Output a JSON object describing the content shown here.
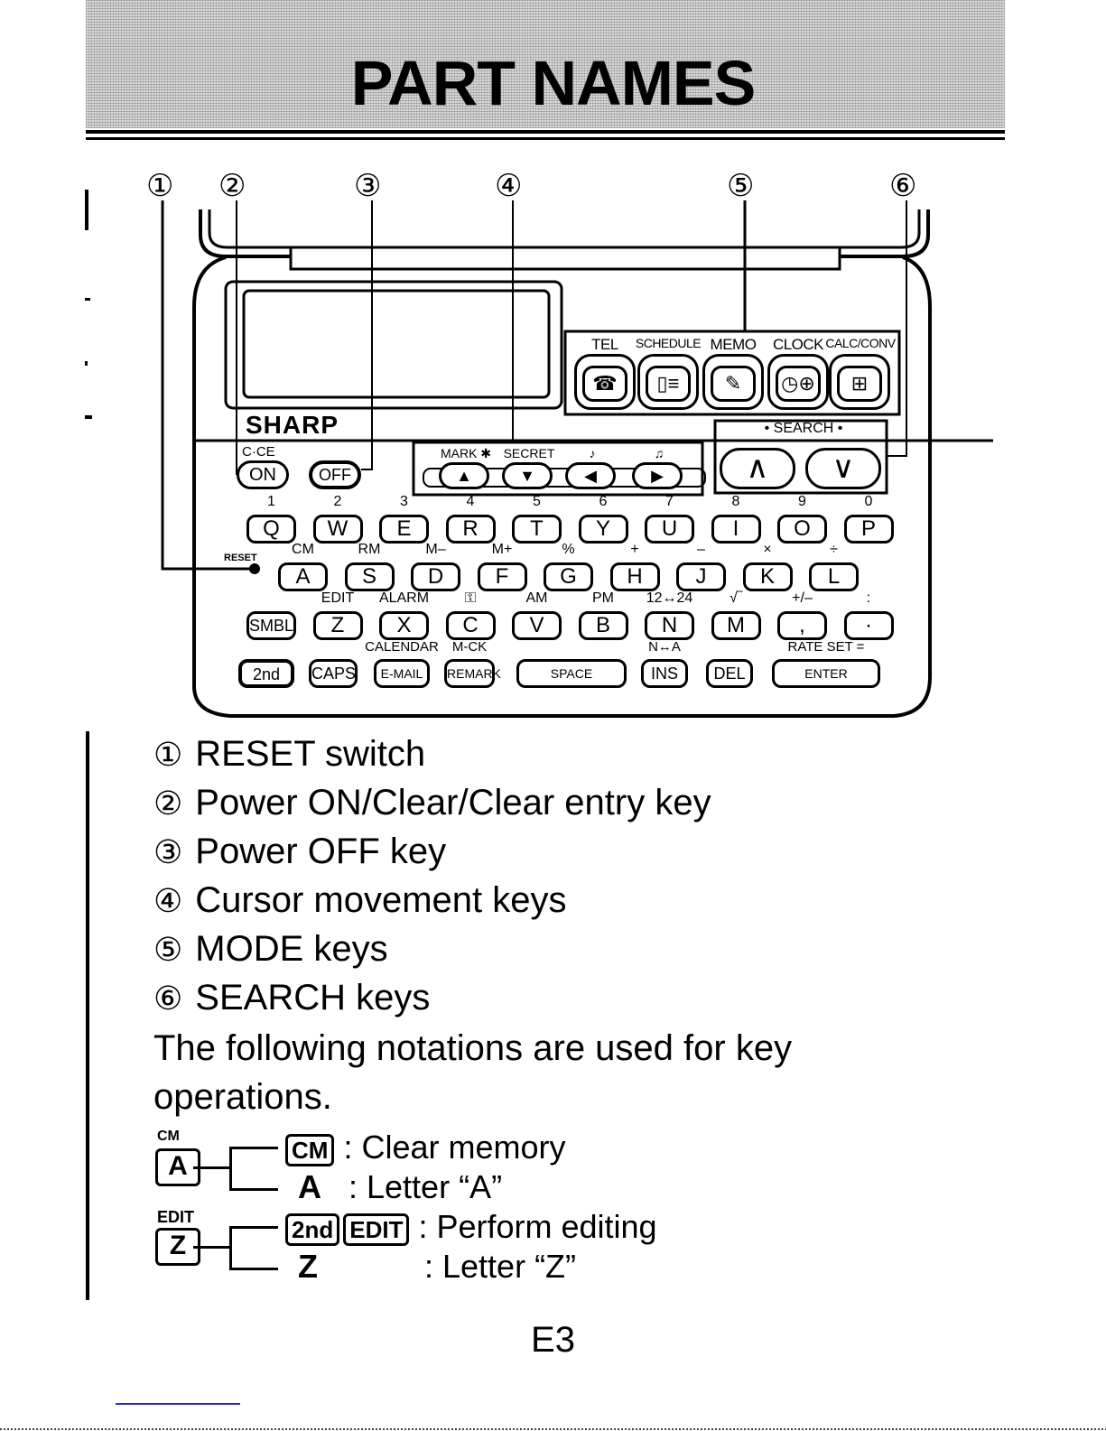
{
  "page": {
    "title": "PART NAMES",
    "page_number": "E3"
  },
  "callouts": [
    "①",
    "②",
    "③",
    "④",
    "⑤",
    "⑥"
  ],
  "device": {
    "brand": "SHARP",
    "mode_keys": [
      {
        "label": "TEL",
        "icon": "telephone-icon",
        "glyph": "☎"
      },
      {
        "label": "SCHEDULE",
        "icon": "schedule-book-icon",
        "glyph": "▯≡"
      },
      {
        "label": "MEMO",
        "icon": "memo-pen-icon",
        "glyph": "✎"
      },
      {
        "label": "CLOCK",
        "icon": "clock-globe-icon",
        "glyph": "◷⊕"
      },
      {
        "label": "CALC/CONV",
        "icon": "calculator-icon",
        "glyph": "⊞"
      }
    ],
    "search": {
      "label": "• SEARCH •",
      "up": "∧",
      "down": "∨"
    },
    "power": {
      "on_function": "C·CE",
      "on": "ON",
      "off": "OFF"
    },
    "cursor_keys": [
      {
        "function": "MARK ✱",
        "glyph": "▲"
      },
      {
        "function": "SECRET",
        "glyph": "▼"
      },
      {
        "function": "♪",
        "glyph": "◀"
      },
      {
        "function": "♫",
        "glyph": "▶"
      }
    ],
    "reset_label": "RESET",
    "rows": [
      [
        {
          "key": "Q",
          "fn": "1"
        },
        {
          "key": "W",
          "fn": "2"
        },
        {
          "key": "E",
          "fn": "3"
        },
        {
          "key": "R",
          "fn": "4"
        },
        {
          "key": "T",
          "fn": "5"
        },
        {
          "key": "Y",
          "fn": "6"
        },
        {
          "key": "U",
          "fn": "7"
        },
        {
          "key": "I",
          "fn": "8"
        },
        {
          "key": "O",
          "fn": "9"
        },
        {
          "key": "P",
          "fn": "0"
        }
      ],
      [
        {
          "key": "A",
          "fn": "CM"
        },
        {
          "key": "S",
          "fn": "RM"
        },
        {
          "key": "D",
          "fn": "M–"
        },
        {
          "key": "F",
          "fn": "M+"
        },
        {
          "key": "G",
          "fn": "%"
        },
        {
          "key": "H",
          "fn": "+"
        },
        {
          "key": "J",
          "fn": "–"
        },
        {
          "key": "K",
          "fn": "×"
        },
        {
          "key": "L",
          "fn": "÷"
        }
      ],
      [
        {
          "key": "SMBL",
          "fn": ""
        },
        {
          "key": "Z",
          "fn": "EDIT"
        },
        {
          "key": "X",
          "fn": "ALARM"
        },
        {
          "key": "C",
          "fn": "⚿"
        },
        {
          "key": "V",
          "fn": "AM"
        },
        {
          "key": "B",
          "fn": "PM"
        },
        {
          "key": "N",
          "fn": "12↔24"
        },
        {
          "key": "M",
          "fn": "√‾"
        },
        {
          "key": ",",
          "fn": "+/–"
        },
        {
          "key": "·",
          "fn": ":"
        }
      ],
      [
        {
          "key": "2nd",
          "fn": ""
        },
        {
          "key": "CAPS",
          "fn": ""
        },
        {
          "key": "E-MAIL",
          "fn": "CALENDAR"
        },
        {
          "key": "REMARK",
          "fn": "M-CK"
        },
        {
          "key": "SPACE",
          "fn": ""
        },
        {
          "key": "INS",
          "fn": "N↔A"
        },
        {
          "key": "DEL",
          "fn": ""
        },
        {
          "key": "ENTER",
          "fn": "RATE SET ="
        }
      ]
    ]
  },
  "legend": [
    {
      "num": "①",
      "text": "RESET switch"
    },
    {
      "num": "②",
      "text": "Power ON/Clear/Clear entry key"
    },
    {
      "num": "③",
      "text": "Power OFF key"
    },
    {
      "num": "④",
      "text": "Cursor movement keys"
    },
    {
      "num": "⑤",
      "text": "MODE keys"
    },
    {
      "num": "⑥",
      "text": "SEARCH keys"
    }
  ],
  "notation_intro": "The following notations are used for key operations.",
  "notations": [
    {
      "key": "A",
      "fn": "CM",
      "second_keys": [
        "CM"
      ],
      "second_desc": ": Clear memory",
      "plain": "A",
      "plain_desc": ": Letter “A”"
    },
    {
      "key": "Z",
      "fn": "EDIT",
      "second_keys": [
        "2nd",
        "EDIT"
      ],
      "second_desc": ": Perform editing",
      "plain": "Z",
      "plain_desc": ": Letter “Z”"
    }
  ]
}
